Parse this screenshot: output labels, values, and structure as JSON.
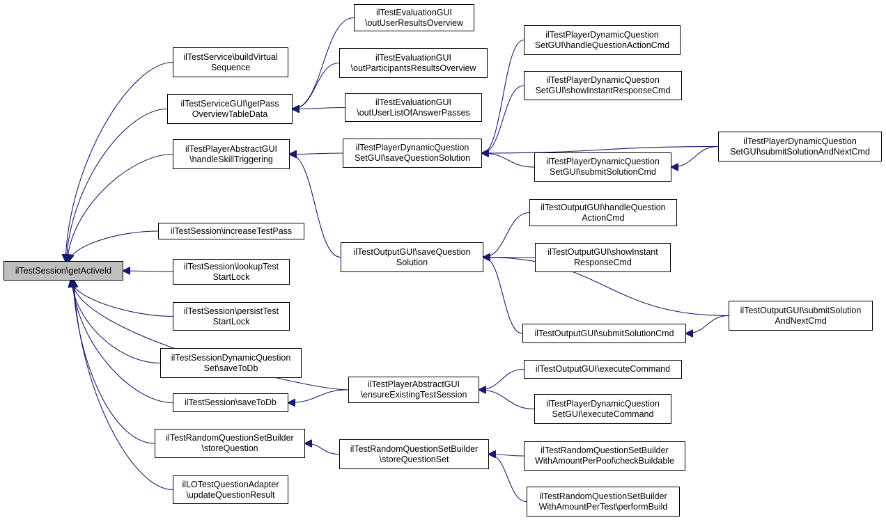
{
  "colors": {
    "edge": "#191970",
    "node_border": "#000000",
    "root_fill": "#bfbfbf",
    "node_fill": "#ffffff"
  },
  "nodes": [
    {
      "id": "n0",
      "lines": [
        "ilTestSession\\getActiveId"
      ],
      "root": true
    },
    {
      "id": "n1",
      "lines": [
        "ilTestService\\buildVirtual",
        "Sequence"
      ]
    },
    {
      "id": "n2",
      "lines": [
        "ilTestServiceGUI\\getPass",
        "OverviewTableData"
      ]
    },
    {
      "id": "n3",
      "lines": [
        "ilTestPlayerAbstractGUI",
        "\\handleSkillTriggering"
      ]
    },
    {
      "id": "n4",
      "lines": [
        "ilTestSession\\increaseTestPass"
      ]
    },
    {
      "id": "n5",
      "lines": [
        "ilTestSession\\lookupTest",
        "StartLock"
      ]
    },
    {
      "id": "n6",
      "lines": [
        "ilTestSession\\persistTest",
        "StartLock"
      ]
    },
    {
      "id": "n7",
      "lines": [
        "ilTestSessionDynamicQuestion",
        "Set\\saveToDb"
      ]
    },
    {
      "id": "n8",
      "lines": [
        "ilTestSession\\saveToDb"
      ]
    },
    {
      "id": "n9",
      "lines": [
        "ilTestRandomQuestionSetBuilder",
        "\\storeQuestion"
      ]
    },
    {
      "id": "n10",
      "lines": [
        "ilLOTestQuestionAdapter",
        "\\updateQuestionResult"
      ]
    },
    {
      "id": "n11",
      "lines": [
        "ilTestEvaluationGUI",
        "\\outUserResultsOverview"
      ]
    },
    {
      "id": "n12",
      "lines": [
        "ilTestEvaluationGUI",
        "\\outParticipantsResultsOverview"
      ]
    },
    {
      "id": "n13",
      "lines": [
        "ilTestEvaluationGUI",
        "\\outUserListOfAnswerPasses"
      ]
    },
    {
      "id": "n14",
      "lines": [
        "ilTestPlayerDynamicQuestion",
        "SetGUI\\saveQuestionSolution"
      ]
    },
    {
      "id": "n15",
      "lines": [
        "ilTestOutputGUI\\saveQuestion",
        "Solution"
      ]
    },
    {
      "id": "n16",
      "lines": [
        "ilTestPlayerAbstractGUI",
        "\\ensureExistingTestSession"
      ]
    },
    {
      "id": "n17",
      "lines": [
        "ilTestRandomQuestionSetBuilder",
        "\\storeQuestionSet"
      ]
    },
    {
      "id": "n18",
      "lines": [
        "ilTestPlayerDynamicQuestion",
        "SetGUI\\handleQuestionActionCmd"
      ]
    },
    {
      "id": "n19",
      "lines": [
        "ilTestPlayerDynamicQuestion",
        "SetGUI\\showInstantResponseCmd"
      ]
    },
    {
      "id": "n20",
      "lines": [
        "ilTestPlayerDynamicQuestion",
        "SetGUI\\submitSolutionCmd"
      ]
    },
    {
      "id": "n21",
      "lines": [
        "ilTestPlayerDynamicQuestion",
        "SetGUI\\submitSolutionAndNextCmd"
      ]
    },
    {
      "id": "n22",
      "lines": [
        "ilTestOutputGUI\\handleQuestion",
        "ActionCmd"
      ]
    },
    {
      "id": "n23",
      "lines": [
        "ilTestOutputGUI\\showInstant",
        "ResponseCmd"
      ]
    },
    {
      "id": "n24",
      "lines": [
        "ilTestOutputGUI\\submitSolutionCmd"
      ]
    },
    {
      "id": "n25",
      "lines": [
        "ilTestOutputGUI\\submitSolution",
        "AndNextCmd"
      ]
    },
    {
      "id": "n26",
      "lines": [
        "ilTestOutputGUI\\executeCommand"
      ]
    },
    {
      "id": "n27",
      "lines": [
        "ilTestPlayerDynamicQuestion",
        "SetGUI\\executeCommand"
      ]
    },
    {
      "id": "n28",
      "lines": [
        "ilTestRandomQuestionSetBuilder",
        "WithAmountPerPool\\checkBuildable"
      ]
    },
    {
      "id": "n29",
      "lines": [
        "ilTestRandomQuestionSetBuilder",
        "WithAmountPerTest\\performBuild"
      ]
    }
  ],
  "edges": [
    {
      "from": "n1",
      "to": "n0"
    },
    {
      "from": "n2",
      "to": "n0"
    },
    {
      "from": "n3",
      "to": "n0"
    },
    {
      "from": "n4",
      "to": "n0"
    },
    {
      "from": "n5",
      "to": "n0"
    },
    {
      "from": "n6",
      "to": "n0"
    },
    {
      "from": "n7",
      "to": "n0"
    },
    {
      "from": "n8",
      "to": "n0"
    },
    {
      "from": "n9",
      "to": "n0"
    },
    {
      "from": "n10",
      "to": "n0"
    },
    {
      "from": "n16",
      "to": "n0"
    },
    {
      "from": "n11",
      "to": "n2"
    },
    {
      "from": "n12",
      "to": "n2"
    },
    {
      "from": "n13",
      "to": "n2"
    },
    {
      "from": "n14",
      "to": "n3"
    },
    {
      "from": "n15",
      "to": "n3"
    },
    {
      "from": "n18",
      "to": "n14"
    },
    {
      "from": "n19",
      "to": "n14"
    },
    {
      "from": "n20",
      "to": "n14"
    },
    {
      "from": "n21",
      "to": "n14"
    },
    {
      "from": "n21",
      "to": "n20"
    },
    {
      "from": "n22",
      "to": "n15"
    },
    {
      "from": "n23",
      "to": "n15"
    },
    {
      "from": "n24",
      "to": "n15"
    },
    {
      "from": "n25",
      "to": "n15"
    },
    {
      "from": "n25",
      "to": "n24"
    },
    {
      "from": "n16",
      "to": "n8"
    },
    {
      "from": "n26",
      "to": "n16"
    },
    {
      "from": "n27",
      "to": "n16"
    },
    {
      "from": "n17",
      "to": "n9"
    },
    {
      "from": "n28",
      "to": "n17"
    },
    {
      "from": "n29",
      "to": "n17"
    }
  ]
}
